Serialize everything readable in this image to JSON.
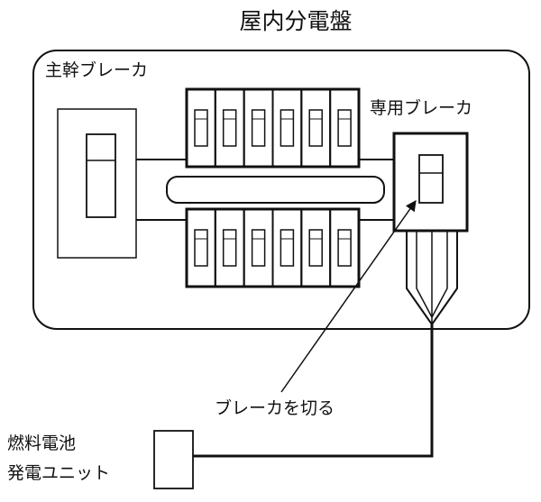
{
  "labels": {
    "title": "屋内分電盤",
    "main_breaker": "主幹ブレーカ",
    "dedicated_breaker": "専用ブレーカ",
    "instruction": "ブレーカを切る",
    "fuel_cell_line1": "燃料電池",
    "fuel_cell_line2": "発電ユニット"
  },
  "breaker_rows": {
    "top_count": 6,
    "bottom_count": 6
  },
  "colors": {
    "stroke": "#111111",
    "background": "#ffffff"
  }
}
